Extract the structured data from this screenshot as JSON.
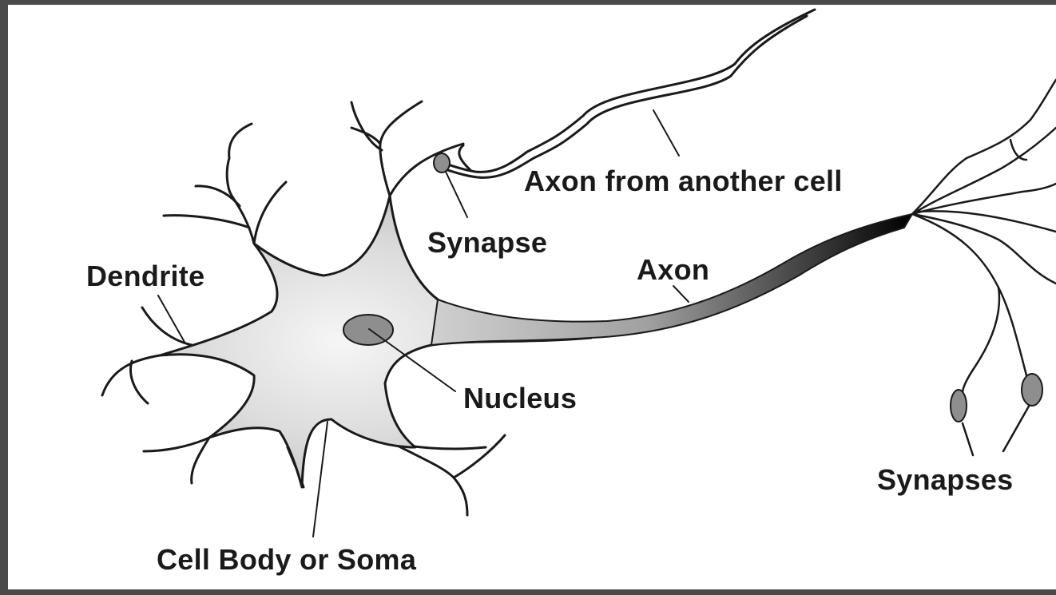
{
  "diagram": {
    "labels": {
      "axon_from_another_cell": "Axon from another cell",
      "synapse": "Synapse",
      "dendrite": "Dendrite",
      "axon": "Axon",
      "nucleus": "Nucleus",
      "synapses": "Synapses",
      "cell_body": "Cell Body or Soma"
    },
    "colors": {
      "stroke": "#1a1a1a",
      "soma_light": "#f2f2f2",
      "soma_dark": "#c8c8c8",
      "nucleus": "#8e8e8e",
      "frame": "#4a4a4a"
    }
  }
}
